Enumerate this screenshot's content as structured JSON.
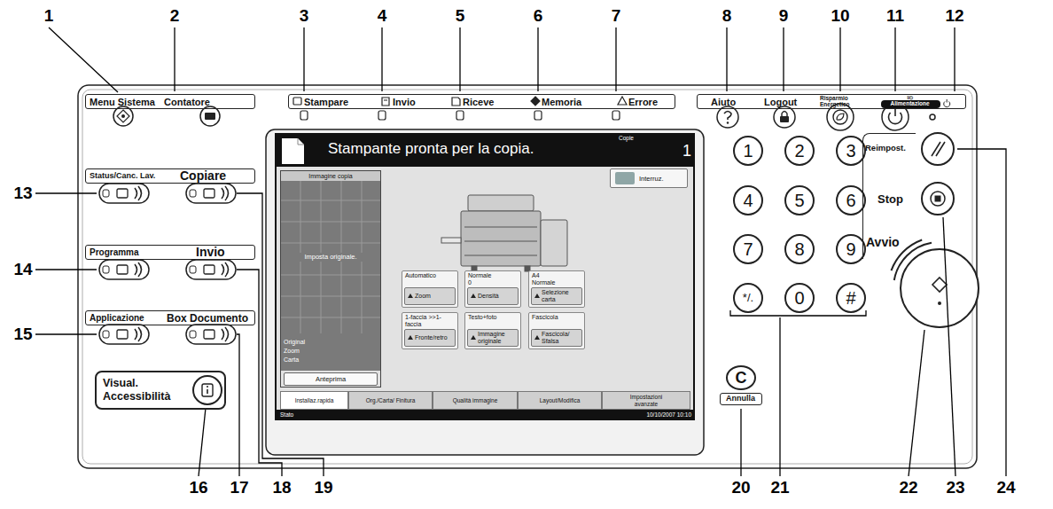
{
  "diagram": {
    "nodes": [
      {
        "text": [
          "Menu Sistema",
          "Contatore"
        ]
      },
      {
        "text": [
          "Stampare",
          "Invio",
          "Riceve",
          "Memoria",
          "Errore"
        ]
      },
      {
        "text": [
          "Aiuto",
          "Logout",
          "Risparmio Energetico",
          "I/⏻"
        ]
      },
      {
        "text": [
          "Alimentazione"
        ],
        "in": 2
      },
      {
        "text": [
          "Status/Canc. Lav.",
          "Copiare"
        ]
      },
      {
        "text": [
          "Programma",
          "Invio"
        ]
      },
      {
        "text": [
          "Applicazione",
          "Box Documento"
        ]
      },
      {
        "text": [
          "Visual. Accessibilità"
        ]
      },
      {
        "text": [
          "Stampante pronta per la copia.",
          "Copie",
          "1",
          "Stato",
          "10/10/2007 10:10"
        ]
      },
      {
        "text": [
          "Immagine copia",
          "Imposta originale.",
          "Original",
          "Zoom",
          "Carta"
        ],
        "in": 8
      },
      {
        "text": [
          "Anteprima"
        ],
        "in": 9
      },
      {
        "text": [
          "Interruz."
        ],
        "in": 8
      },
      {
        "text": [
          "Automatico",
          "Zoom"
        ],
        "in": 8
      },
      {
        "text": [
          "Normale 0",
          "Densità"
        ],
        "in": 8
      },
      {
        "text": [
          "A4 Normale",
          "Selezione carta"
        ],
        "in": 8
      },
      {
        "text": [
          "1-faccia >>1-faccia",
          "Fronte/retro"
        ],
        "in": 8
      },
      {
        "text": [
          "Testo+foto",
          "Immagine originale"
        ],
        "in": 8
      },
      {
        "text": [
          "Fascicola",
          "Fascicola/ Sfalsa"
        ],
        "in": 8
      },
      {
        "text": [
          "Installaz.rapida"
        ],
        "in": 8
      },
      {
        "text": [
          "Org./Carta/ Finitura"
        ],
        "in": 8
      },
      {
        "text": [
          "Qualità immagine"
        ],
        "in": 8
      },
      {
        "text": [
          "Layout/Modifica"
        ],
        "in": 8
      },
      {
        "text": [
          "Impostazioni avanzate"
        ],
        "in": 8
      },
      {
        "text": [
          "1"
        ]
      },
      {
        "text": [
          "2"
        ]
      },
      {
        "text": [
          "3"
        ]
      },
      {
        "text": [
          "4"
        ]
      },
      {
        "text": [
          "5"
        ]
      },
      {
        "text": [
          "6"
        ]
      },
      {
        "text": [
          "7"
        ]
      },
      {
        "text": [
          "8"
        ]
      },
      {
        "text": [
          "9"
        ]
      },
      {
        "text": [
          "*/."
        ]
      },
      {
        "text": [
          "0"
        ]
      },
      {
        "text": [
          "#"
        ]
      },
      {
        "text": [
          "Reimpost.",
          "Stop",
          "Avvio"
        ]
      },
      {
        "text": [
          "C"
        ]
      },
      {
        "text": [
          "Annulla"
        ]
      }
    ],
    "labels": [
      "1",
      "2",
      "3",
      "4",
      "5",
      "6",
      "7",
      "8",
      "9",
      "10",
      "11",
      "12",
      "13",
      "14",
      "15",
      "16",
      "17",
      "18",
      "19",
      "20",
      "21",
      "22",
      "23",
      "24"
    ]
  }
}
